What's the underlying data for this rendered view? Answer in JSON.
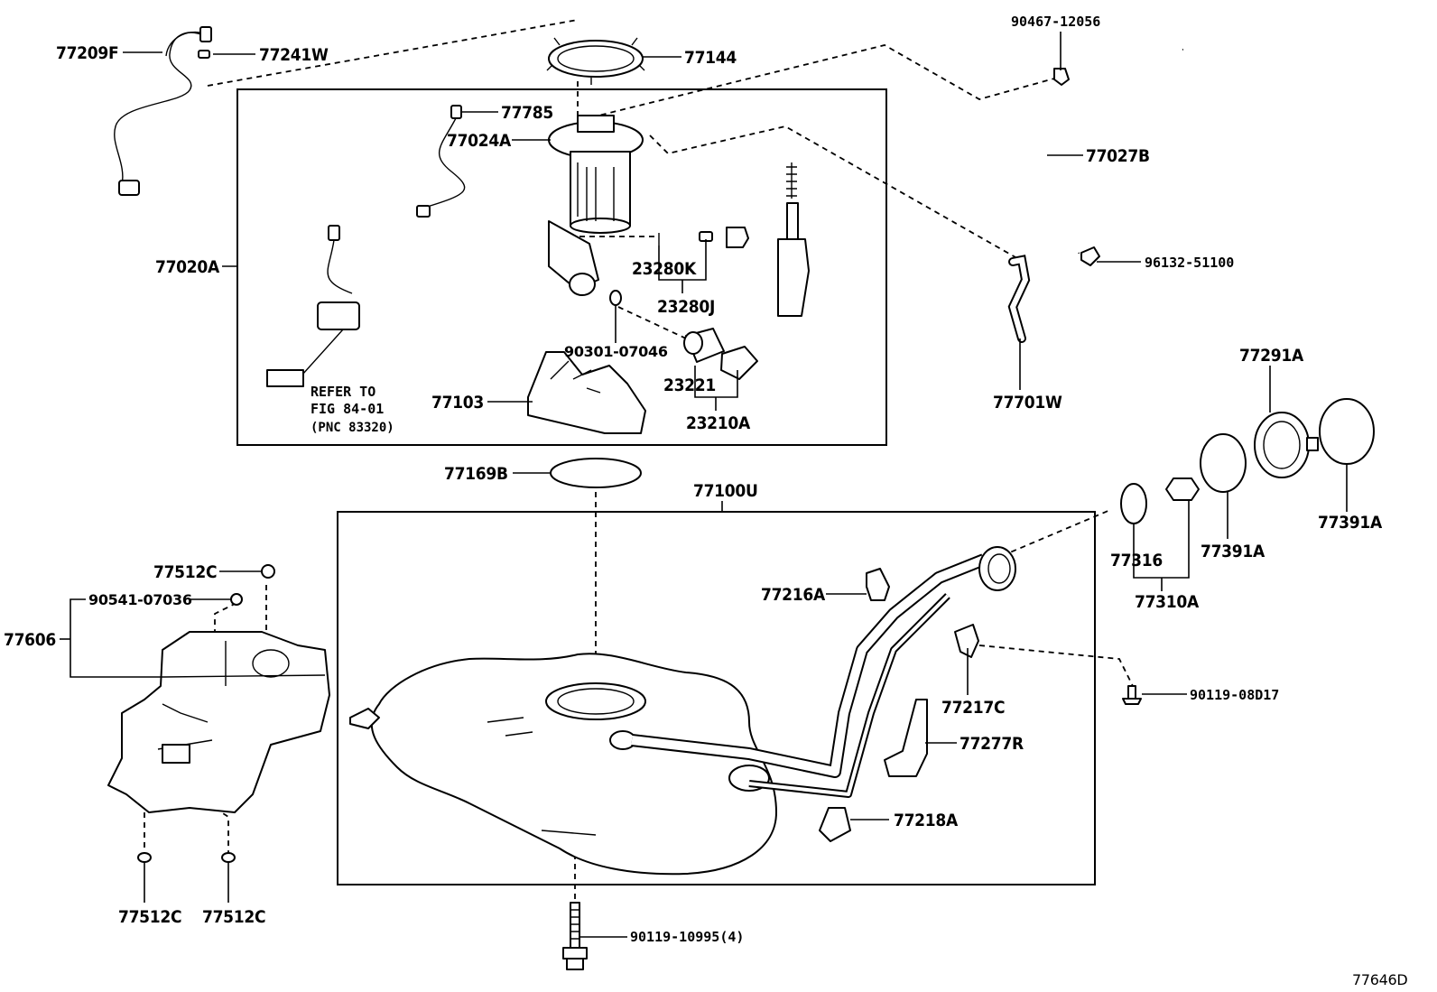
{
  "figure_code": "77646D",
  "callouts": {
    "p77209F": "77209F",
    "p77241W": "77241W",
    "p77144": "77144",
    "p90467_12056": "90467-12056",
    "p77785": "77785",
    "p77024A": "77024A",
    "p77027B": "77027B",
    "p96132_51100": "96132-51100",
    "p77020A": "77020A",
    "p23280K": "23280K",
    "p23280J": "23280J",
    "p90301_07046": "90301-07046",
    "p23221": "23221",
    "p77103": "77103",
    "p23210A": "23210A",
    "p77701W": "77701W",
    "p77291A": "77291A",
    "p77169B": "77169B",
    "p77100U": "77100U",
    "p77316": "77316",
    "p77391A_inner": "77391A",
    "p77391A_outer": "77391A",
    "p77310A": "77310A",
    "p77512C_top": "77512C",
    "p90541_07036": "90541-07036",
    "p77606": "77606",
    "p77216A": "77216A",
    "p77217C": "77217C",
    "p90119_08D17": "90119-08D17",
    "p77277R": "77277R",
    "p77218A": "77218A",
    "p77512C_left": "77512C",
    "p77512C_right": "77512C",
    "p90119_10995": "90119-10995(4)"
  },
  "notes": {
    "refer_line1": "REFER TO",
    "refer_line2": "FIG 84-01",
    "refer_line3": "(PNC 83320)"
  }
}
